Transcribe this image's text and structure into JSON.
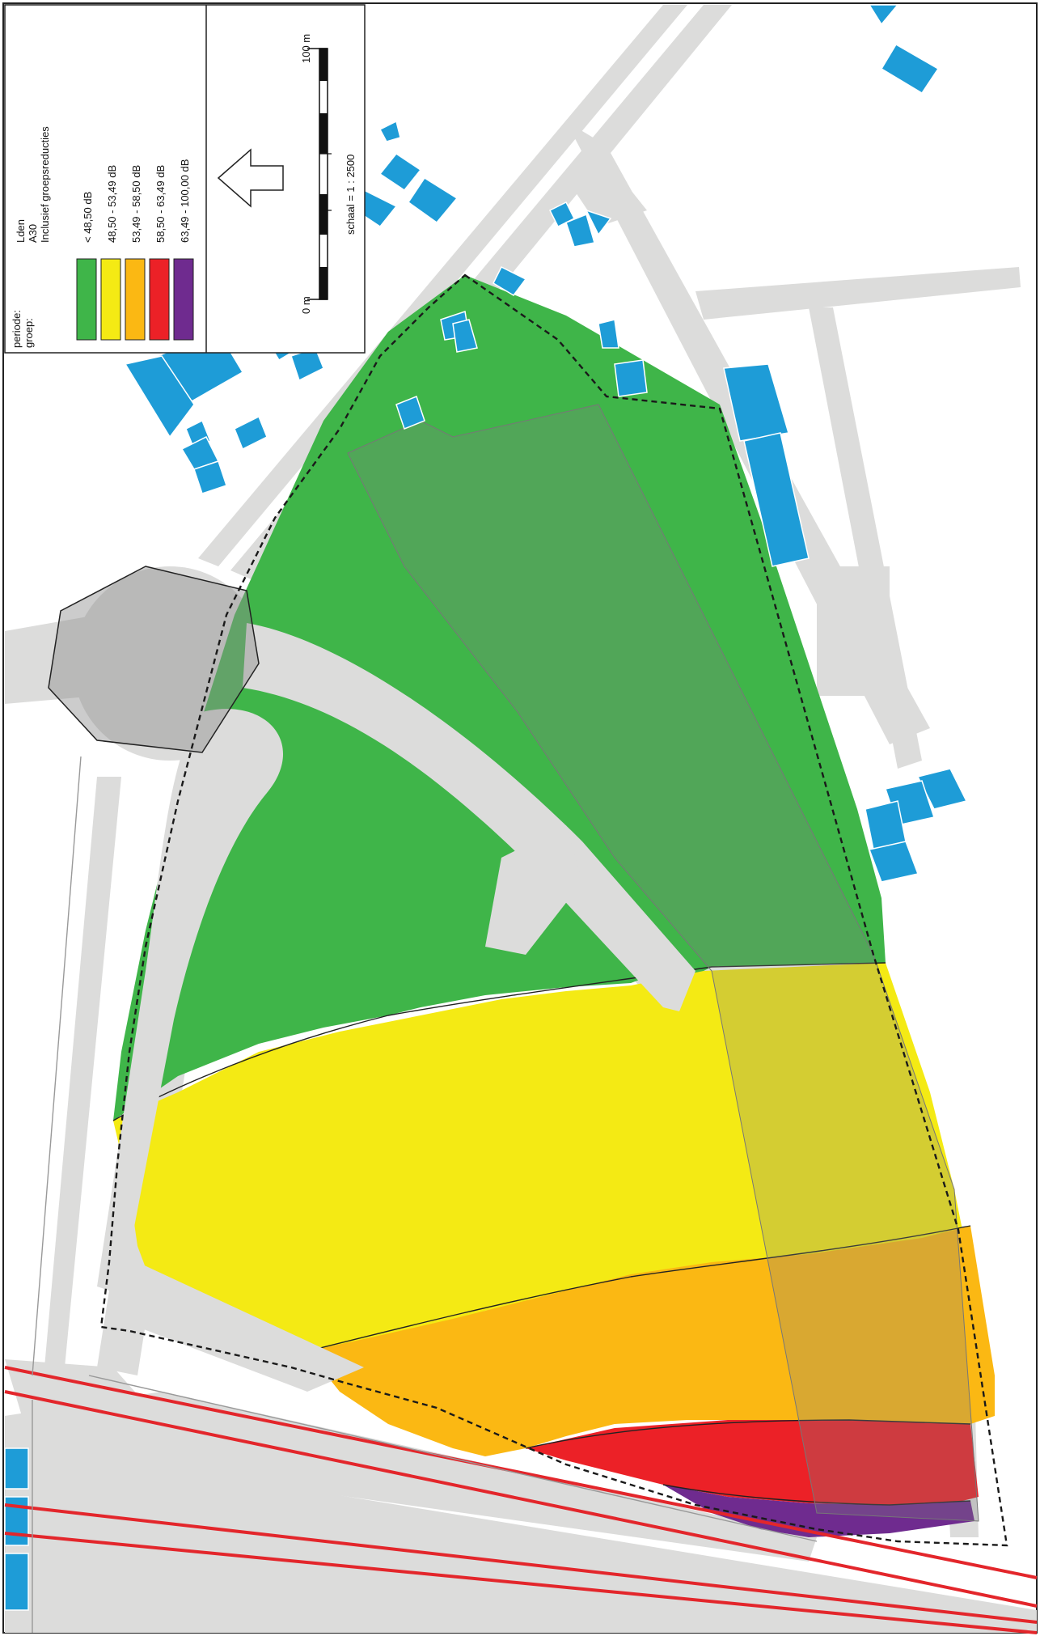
{
  "legend": {
    "period_key": "periode:",
    "period_value": "Lden",
    "group_key": "groep:",
    "group_value": "A30",
    "group_note": "Inclusief groepsreducties",
    "classes": [
      {
        "label": "< 48,50 dB",
        "color": "#3fb549"
      },
      {
        "label": "48,50 - 53,49 dB",
        "color": "#f4ea14"
      },
      {
        "label": "53,49 - 58,50 dB",
        "color": "#fbb813"
      },
      {
        "label": "58,50 - 63,49 dB",
        "color": "#ec2127"
      },
      {
        "label": "63,49 - 100,00 dB",
        "color": "#6f2b8f"
      }
    ]
  },
  "scalebar": {
    "start_label": "0 m",
    "end_label": "100 m",
    "scale_text": "schaal = 1 : 2500"
  },
  "colors": {
    "road": "#dcdcdb",
    "building": "#1e9cd7",
    "rail": "#e3262b",
    "plan_boundary": "#1a1a1a"
  },
  "icons": {
    "north_arrow": "north-arrow-icon"
  }
}
